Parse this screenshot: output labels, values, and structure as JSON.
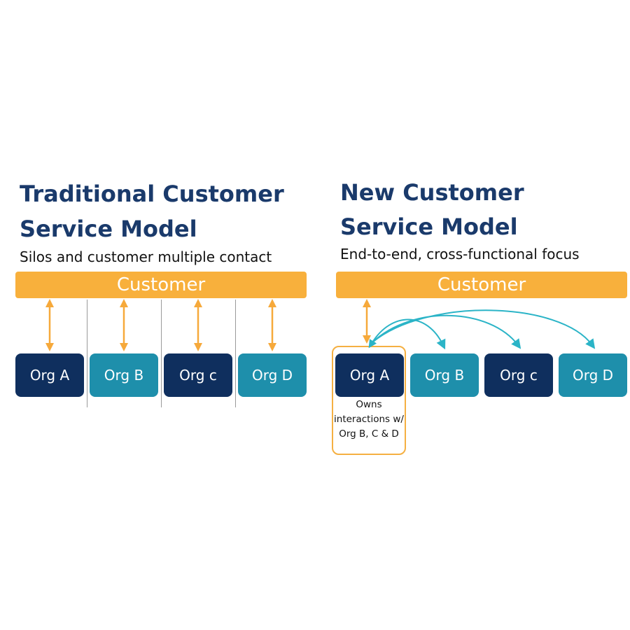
{
  "colors": {
    "customer": "#f8b03c",
    "org_dark": "#0f2f5e",
    "org_teal": "#1e8fab",
    "arrow_orange": "#f6a93b",
    "arrow_teal": "#2bb4c7",
    "title": "#1a3a6b"
  },
  "traditional": {
    "title_line1": "Traditional Customer",
    "title_line2": "Service Model",
    "subtitle": "Silos and  customer multiple contact",
    "customer_label": "Customer",
    "orgs": [
      "Org A",
      "Org B",
      "Org c",
      "Org D"
    ]
  },
  "new_model": {
    "title_line1": "New Customer",
    "title_line2": "Service Model",
    "subtitle": "End-to-end, cross-functional focus",
    "customer_label": "Customer",
    "orgs": [
      "Org A",
      "Org B",
      "Org c",
      "Org D"
    ],
    "owner_note": "Owns interactions w/ Org B, C & D"
  }
}
